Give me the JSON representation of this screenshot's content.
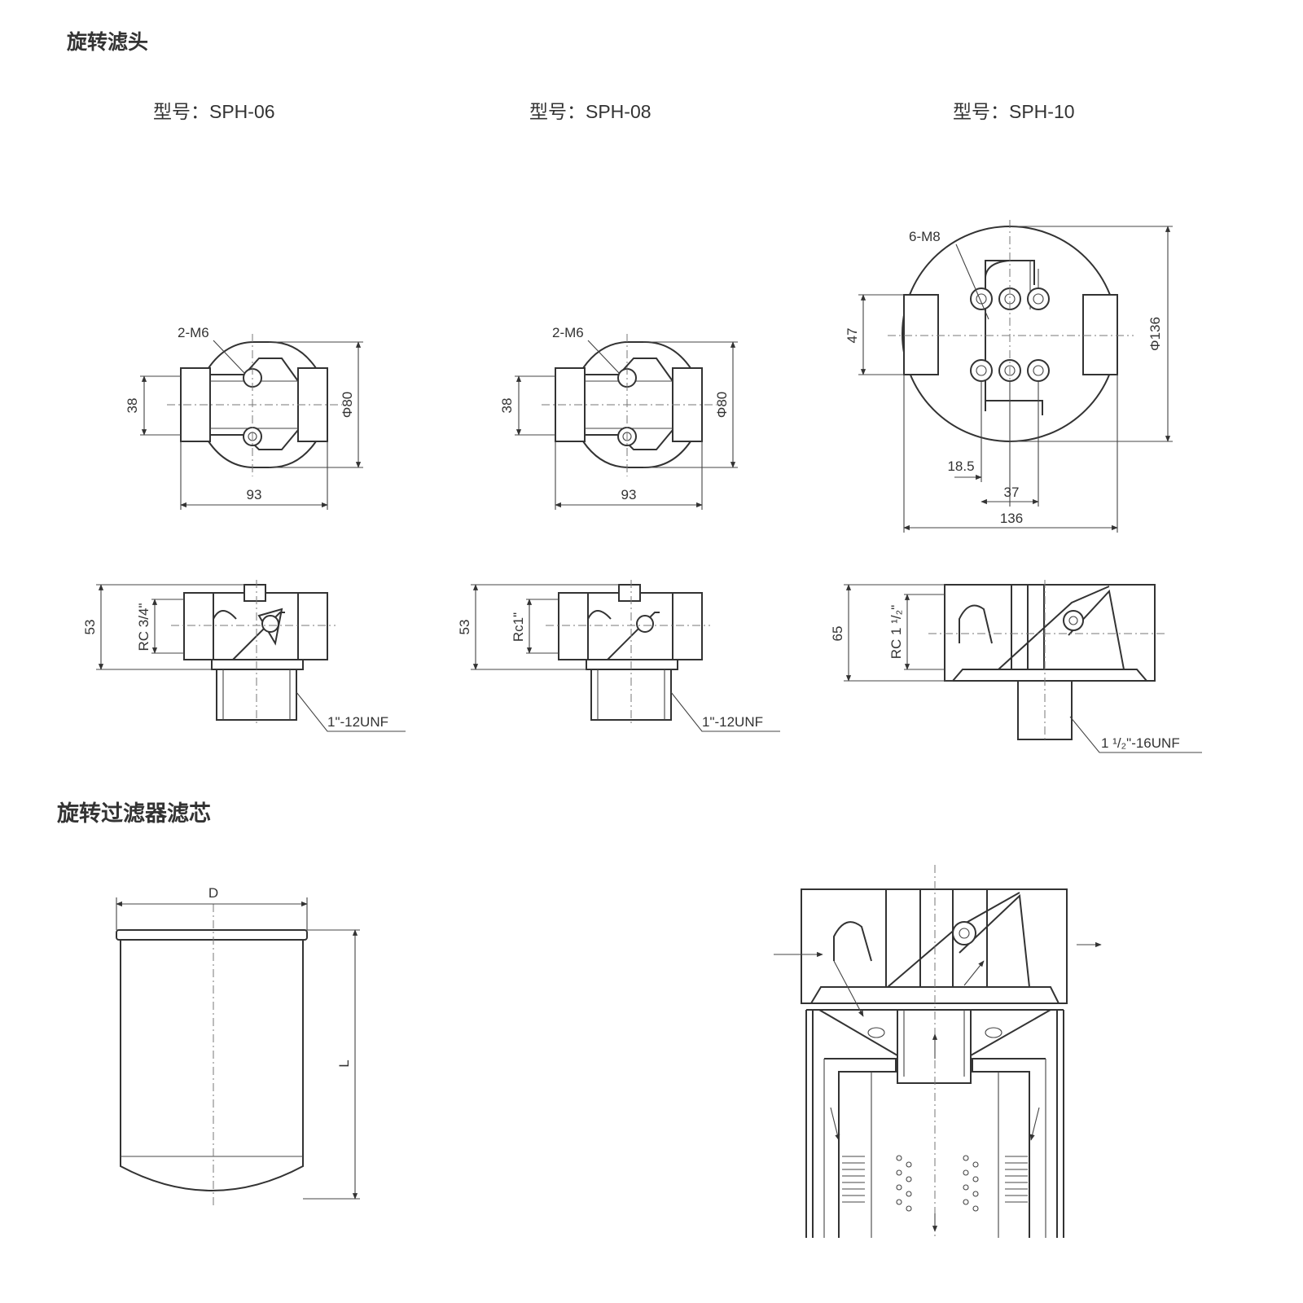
{
  "sections": {
    "head_title": "旋转滤头",
    "element_title": "旋转过滤器滤芯"
  },
  "models": [
    {
      "model_label": "型号：SPH-06",
      "bolt_label": "2-M6",
      "port_height": "38",
      "diameter": "Φ80",
      "width": "93",
      "height": "53",
      "port_thread": "RC 3/4\"",
      "mount_thread": "1\"-12UNF"
    },
    {
      "model_label": "型号：SPH-08",
      "bolt_label": "2-M6",
      "port_height": "38",
      "diameter": "Φ80",
      "width": "93",
      "height": "53",
      "port_thread": "Rc1\"",
      "mount_thread": "1\"-12UNF"
    },
    {
      "model_label": "型号：SPH-10",
      "bolt_label": "6-M8",
      "port_height": "47",
      "diameter": "Φ136",
      "width": "136",
      "offset_small": "18.5",
      "offset_large": "37",
      "height": "65",
      "port_thread": "RC 1 ¹/₂\"",
      "mount_thread": "1 ¹/₂\"-16UNF"
    }
  ],
  "element": {
    "diameter_label": "D",
    "length_label": "L"
  }
}
